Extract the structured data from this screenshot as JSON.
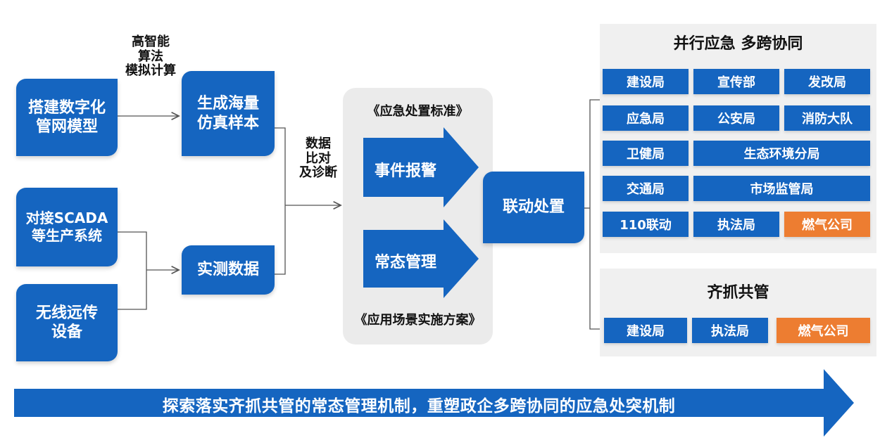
{
  "colors": {
    "primary_blue": "#1565c0",
    "accent_orange": "#ed7d31",
    "panel_gray": "#f0f0f0",
    "center_panel_gray": "#ebebeb",
    "connector_gray": "#555555"
  },
  "left": {
    "model_box": "搭建数字化\n管网模型",
    "algo_label": "高智能\n算法\n模拟计算",
    "samples_box": "生成海量\n仿真样本",
    "scada_box": "对接SCADA\n等生产系统",
    "wireless_box": "无线远传\n设备",
    "measured_box": "实测数据",
    "compare_label": "数据\n比对\n及诊断"
  },
  "center": {
    "standard_title": "《应急处置标准》",
    "event_arrow": "事件报警",
    "normal_arrow": "常态管理",
    "plan_title": "《应用场景实施方案》",
    "linkage_box": "联动处置"
  },
  "emergency_panel": {
    "title": "并行应急 多跨协同",
    "cells": {
      "r1c1": "建设局",
      "r1c2": "宣传部",
      "r1c3": "发改局",
      "r2c1": "应急局",
      "r2c2": "公安局",
      "r2c3": "消防大队",
      "r3c1": "卫健局",
      "r3c2": "生态环境分局",
      "r4c1": "交通局",
      "r4c2": "市场监管局",
      "r5c1": "110联动",
      "r5c2": "执法局",
      "r5c3": "燃气公司"
    }
  },
  "joint_panel": {
    "title": "齐抓共管",
    "cells": {
      "c1": "建设局",
      "c2": "执法局",
      "c3": "燃气公司"
    }
  },
  "banner": {
    "text": "探索落实齐抓共管的常态管理机制，重塑政企多跨协同的应急处突机制"
  }
}
